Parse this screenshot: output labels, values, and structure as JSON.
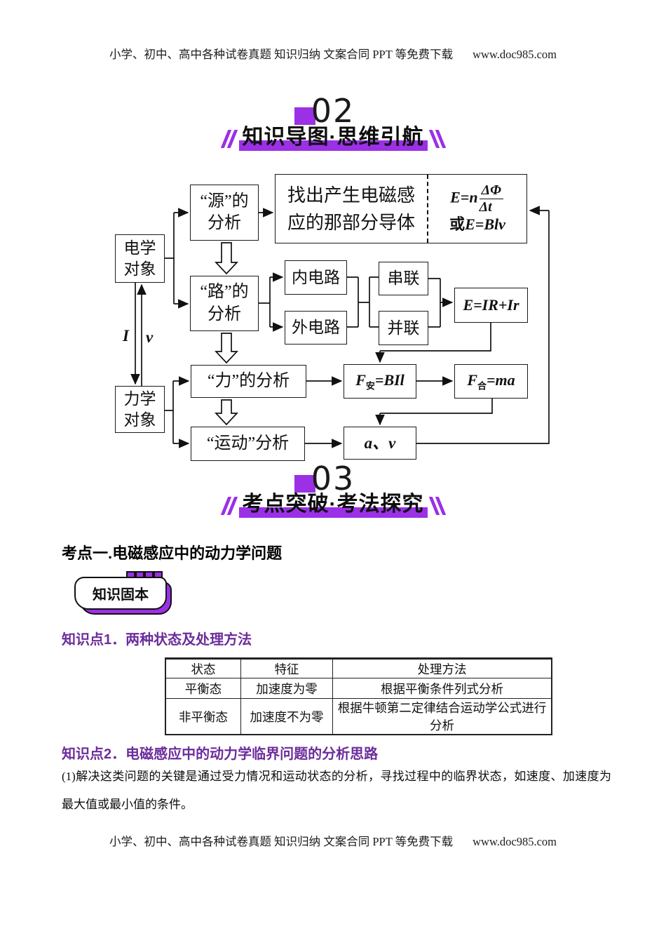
{
  "colors": {
    "accent_purple": "#9B30E6",
    "heading_purple": "#6C2D9B"
  },
  "header": {
    "text": "小学、初中、高中各种试卷真题 知识归纳 文案合同 PPT 等免费下载",
    "url": "www.doc985.com"
  },
  "footer": {
    "text": "小学、初中、高中各种试卷真题 知识归纳 文案合同 PPT 等免费下载",
    "url": "www.doc985.com"
  },
  "section_02": {
    "number": "02",
    "title": "知识导图·思维引航"
  },
  "section_03": {
    "number": "03",
    "title": "考点突破·考法探究"
  },
  "diagram": {
    "electric_object": "电学\n对象",
    "mechanical_object": "力学\n对象",
    "source_analysis": "“源”的\n分析",
    "circuit_analysis": "“路”的\n分析",
    "force_analysis": "“力”的分析",
    "motion_analysis": "“运动”分析",
    "find_conductor": "找出产生电磁感\n应的那部分导体",
    "inner_circuit": "内电路",
    "outer_circuit": "外电路",
    "series": "串联",
    "parallel": "并联",
    "emf": {
      "lhs": "E=n",
      "numerator": "ΔΦ",
      "denominator": "Δt",
      "alt_prefix": "或",
      "alt_formula": "E=Blv"
    },
    "circuit_formula": "E=IR+Ir",
    "ampere_force": {
      "symbol": "F",
      "subscript": "安",
      "equation": "=BIl"
    },
    "net_force": {
      "symbol": "F",
      "subscript": "合",
      "equation": "=ma"
    },
    "motion_result": "a、v",
    "current_label": "I",
    "velocity_label": "v"
  },
  "kaodian": {
    "title": "考点一.电磁感应中的动力学问题"
  },
  "badge": {
    "label": "知识固本"
  },
  "knowledge_point_1": {
    "title": "知识点1．两种状态及处理方法",
    "table": {
      "headers": [
        "状态",
        "特征",
        "处理方法"
      ],
      "rows": [
        [
          "平衡态",
          "加速度为零",
          "根据平衡条件列式分析"
        ],
        [
          "非平衡态",
          "加速度不为零",
          "根据牛顿第二定律结合运动学公式进行分析"
        ]
      ]
    }
  },
  "knowledge_point_2": {
    "title": "知识点2．电磁感应中的动力学临界问题的分析思路",
    "paragraph": "(1)解决这类问题的关键是通过受力情况和运动状态的分析，寻找过程中的临界状态，如速度、加速度为最大值或最小值的条件。"
  }
}
